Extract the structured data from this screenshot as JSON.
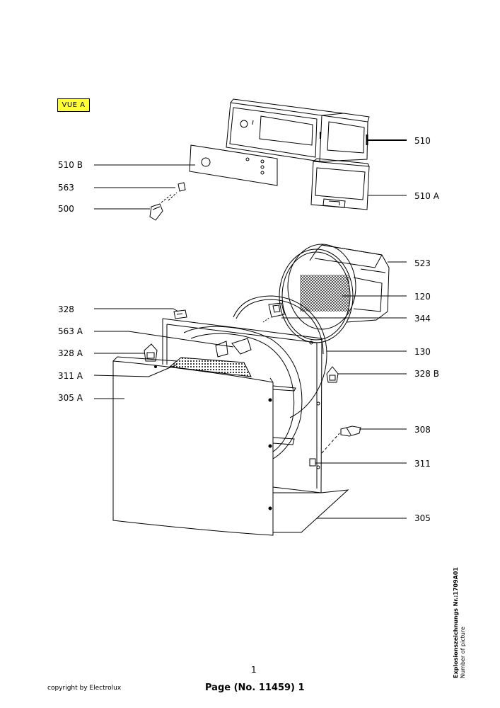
{
  "view_tag": "VUE A",
  "part_labels": {
    "p510": "510",
    "p510b": "510 B",
    "p563": "563",
    "p510a": "510 A",
    "p500": "500",
    "p523": "523",
    "p120": "120",
    "p328": "328",
    "p344": "344",
    "p563a": "563 A",
    "p130": "130",
    "p328a": "328 A",
    "p328b": "328 B",
    "p311a": "311 A",
    "p305a": "305 A",
    "p308": "308",
    "p311": "311",
    "p305": "305"
  },
  "footer": {
    "page_number": "1",
    "copyright": "copyright by Electrolux",
    "page_ref": "Page (No. 11459) 1",
    "drawing_id": "Explosionszeichnungs Nr.:1709A01",
    "number_of_picture": "Number of picture"
  },
  "colors": {
    "tag_background": "#ffff33",
    "line": "#000000"
  }
}
